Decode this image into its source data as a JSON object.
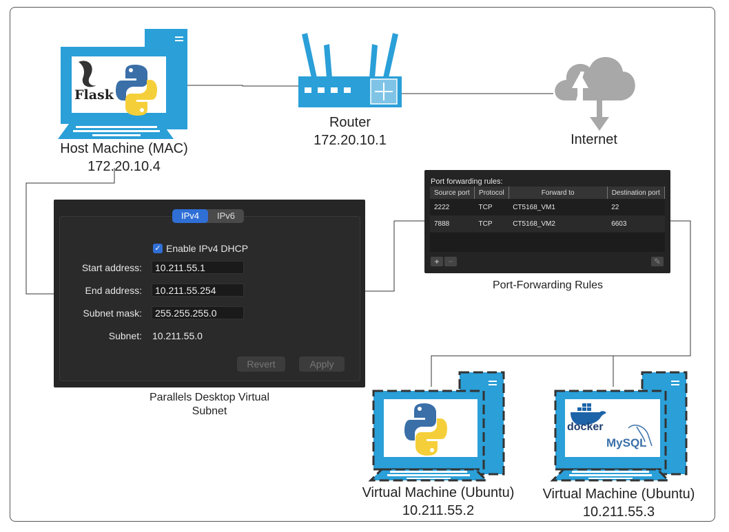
{
  "nodes": {
    "host": {
      "name": "Host Machine (MAC)",
      "ip": "172.20.10.4",
      "logo_text": "Flask"
    },
    "router": {
      "name": "Router",
      "ip": "172.20.10.1"
    },
    "internet": {
      "name": "Internet"
    },
    "vm1": {
      "name": "Virtual Machine (Ubuntu)",
      "ip": "10.211.55.2"
    },
    "vm2": {
      "name": "Virtual Machine (Ubuntu)",
      "ip": "10.211.55.3",
      "logo_docker": "docker",
      "logo_mysql": "MySQL"
    }
  },
  "subnet_panel": {
    "caption_line1": "Parallels Desktop Virtual",
    "caption_line2": "Subnet",
    "tab_ipv4": "IPv4",
    "tab_ipv6": "IPv6",
    "dhcp_label": "Enable IPv4 DHCP",
    "dhcp_checked": true,
    "start_label": "Start address:",
    "start_value": "10.211.55.1",
    "end_label": "End address:",
    "end_value": "10.211.55.254",
    "mask_label": "Subnet mask:",
    "mask_value": "255.255.255.0",
    "subnet_label": "Subnet:",
    "subnet_value": "10.211.55.0",
    "revert_label": "Revert",
    "apply_label": "Apply"
  },
  "port_forwarding": {
    "title": "Port forwarding rules:",
    "caption": "Port-Forwarding Rules",
    "headers": [
      "Source port",
      "Protocol",
      "Forward to",
      "Destination port"
    ],
    "rows": [
      [
        "2222",
        "TCP",
        "CT5168_VM1",
        "22"
      ],
      [
        "7888",
        "TCP",
        "CT5168_VM2",
        "6603"
      ]
    ],
    "add_label": "+",
    "remove_label": "−",
    "edit_label": "✎"
  },
  "colors": {
    "device_blue": "#2a9fd8",
    "panel_dark": "#262626",
    "accent_blue": "#2f6fd6",
    "cloud_gray": "#a8a8a8"
  }
}
